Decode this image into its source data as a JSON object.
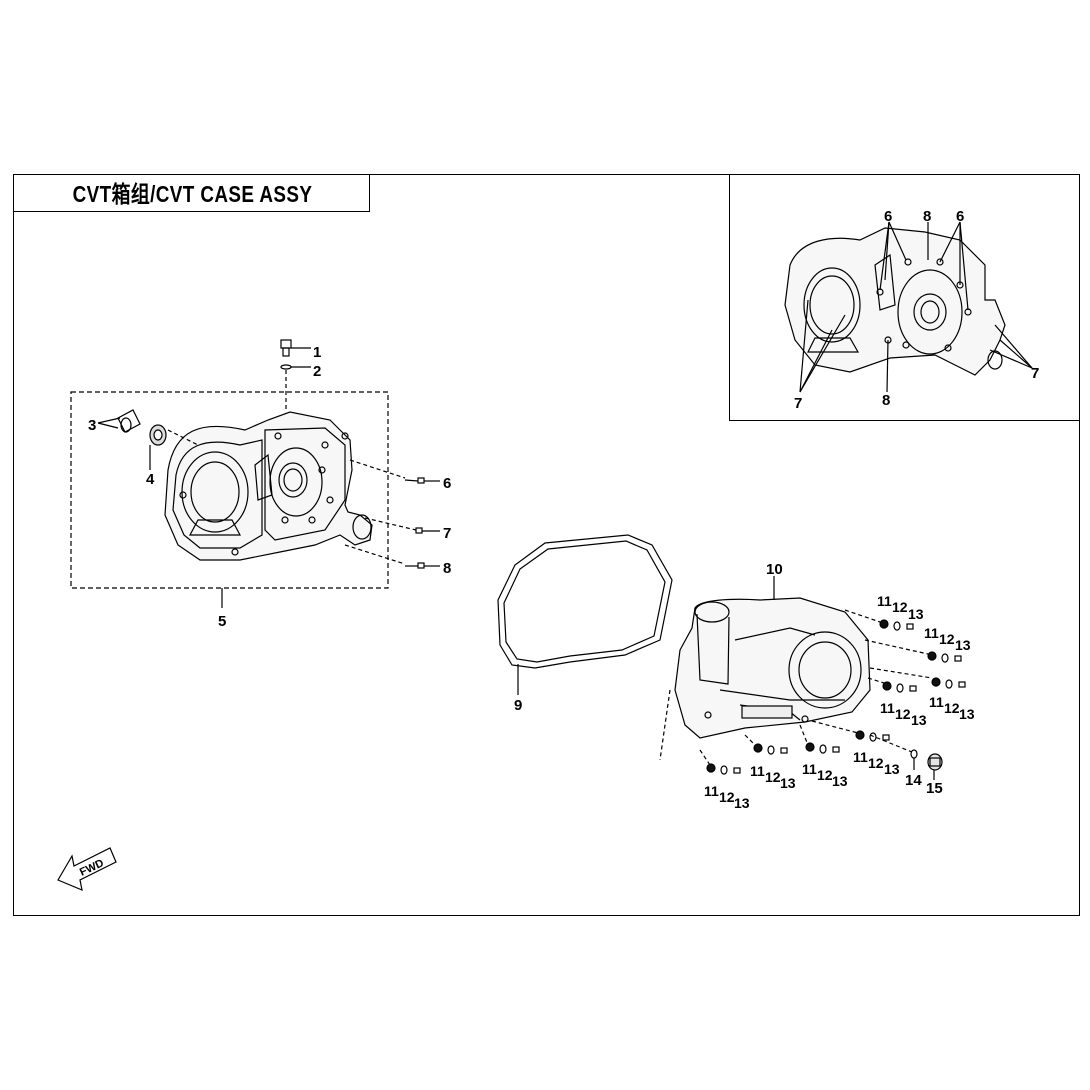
{
  "title": "CVT箱组/CVT CASE ASSY",
  "fwd_label": "FWD",
  "callouts": {
    "c1": "1",
    "c2": "2",
    "c3": "3",
    "c4": "4",
    "c5": "5",
    "c6": "6",
    "c7": "7",
    "c8": "8",
    "c9": "9",
    "c10": "10",
    "c14": "14",
    "c15": "15",
    "inset_6a": "6",
    "inset_8a": "8",
    "inset_6b": "6",
    "inset_7a": "7",
    "inset_8b": "8",
    "inset_7b": "7"
  },
  "fastener_groups": [
    {
      "a": "11",
      "b": "12",
      "c": "13"
    },
    {
      "a": "11",
      "b": "12",
      "c": "13"
    },
    {
      "a": "11",
      "b": "12",
      "c": "13"
    },
    {
      "a": "11",
      "b": "12",
      "c": "13"
    },
    {
      "a": "11",
      "b": "12",
      "c": "13"
    },
    {
      "a": "11",
      "b": "12",
      "c": "13"
    },
    {
      "a": "11",
      "b": "12",
      "c": "13"
    },
    {
      "a": "11",
      "b": "12",
      "c": "13"
    }
  ],
  "colors": {
    "line": "#000000",
    "background": "#ffffff",
    "fill": "#f2f2f2"
  }
}
